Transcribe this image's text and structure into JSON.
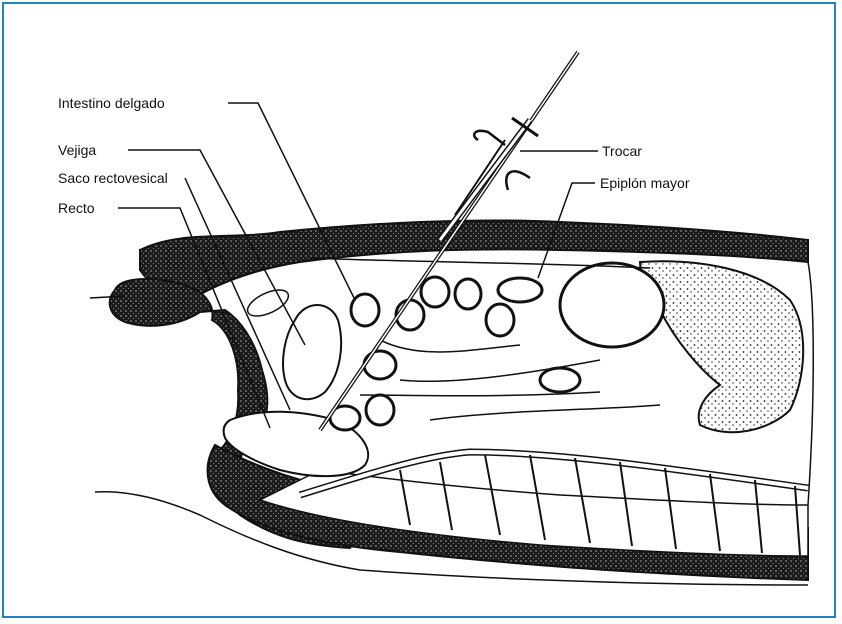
{
  "labels": {
    "intestino": "Intestino delgado",
    "vejiga": "Vejiga",
    "saco": "Saco rectovesical",
    "recto": "Recto",
    "trocar": "Trocar",
    "epiplon": "Epiplón mayor"
  },
  "colors": {
    "frame": "#1f84c6",
    "ink": "#111111",
    "background": "#ffffff"
  }
}
